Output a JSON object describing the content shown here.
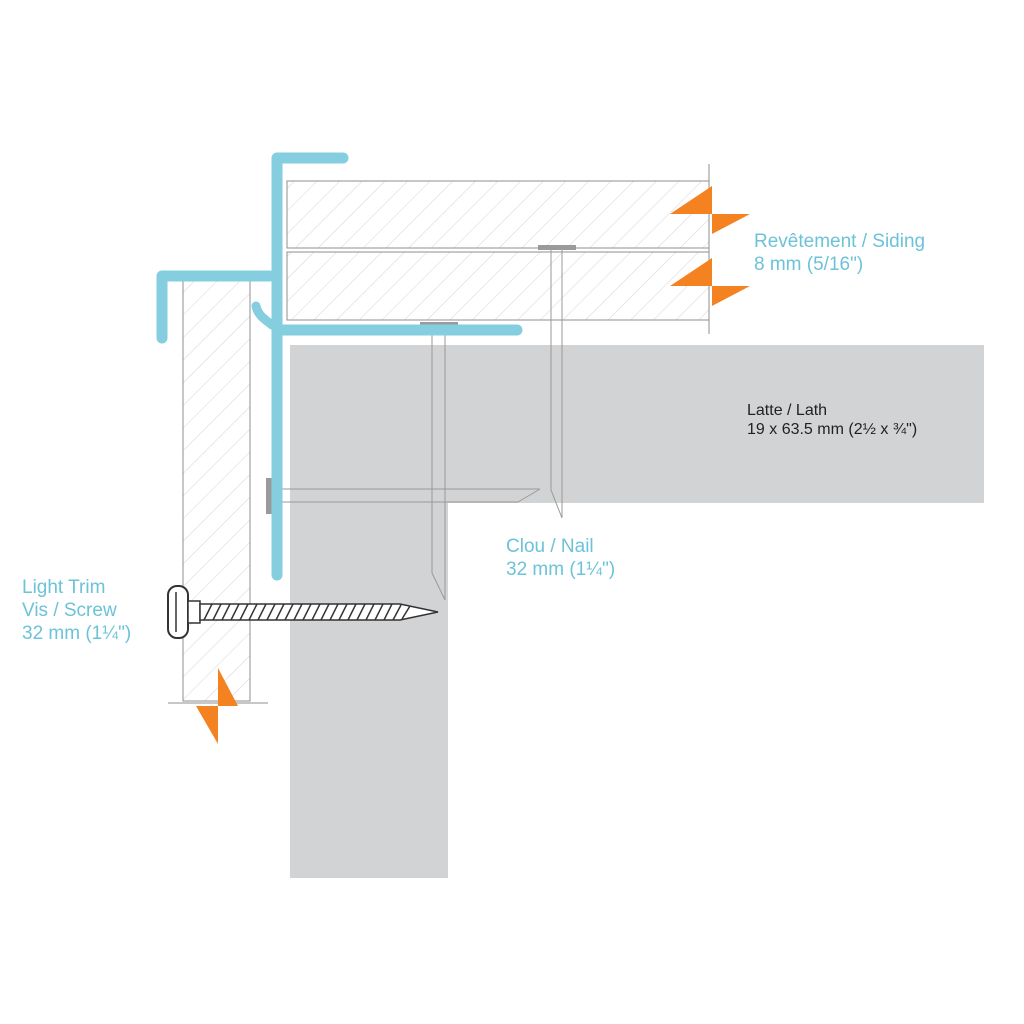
{
  "colors": {
    "trim": "#84cee0",
    "label": "#6cc3d8",
    "lath": "#d1d3d4",
    "cut_mark": "#f58220",
    "line": "#8f8f8f",
    "hatch": "#d2d2d2",
    "fastener": "#9a9a9a",
    "text_dark": "#222222"
  },
  "labels": {
    "siding": {
      "line1": "Revêtement / Siding",
      "line2": "8 mm (5/16\")"
    },
    "lath": {
      "line1": "Latte / Lath",
      "line2": "19 x 63.5 mm (2½ x ¾\")"
    },
    "nail": {
      "line1": "Clou / Nail",
      "line2": "32 mm (1¼\")"
    },
    "trim_screw": {
      "line1": "Light Trim",
      "line2": "Vis / Screw",
      "line3": "32 mm (1¼\")"
    }
  }
}
